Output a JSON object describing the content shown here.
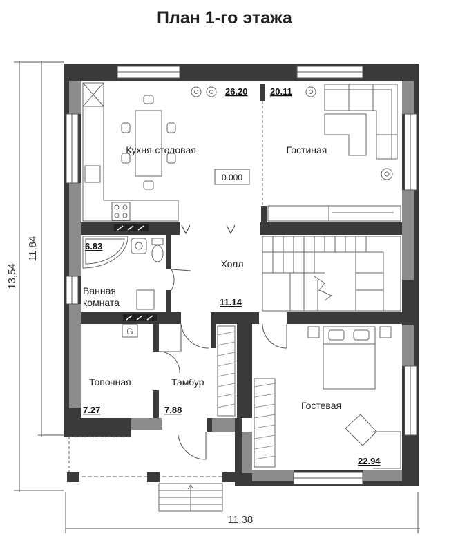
{
  "title": "План 1-го этажа",
  "rooms": {
    "kitchen": {
      "label": "Кухня-столовая",
      "area": "26.20"
    },
    "living": {
      "label": "Гостиная",
      "area": "20.11"
    },
    "hall": {
      "label": "Холл",
      "area": "11.14"
    },
    "bath": {
      "label1": "Ванная",
      "label2": "комната",
      "area": "6.83"
    },
    "boiler": {
      "label": "Топочная",
      "area": "7.27"
    },
    "vestibule": {
      "label": "Тамбур",
      "area": "7.88"
    },
    "guest": {
      "label": "Гостевая",
      "area": "22.94"
    }
  },
  "level_mark": "0.000",
  "gas_label": "G",
  "dimensions": {
    "width": "11,38",
    "height_total": "13,54",
    "height_inner": "11,84"
  },
  "colors": {
    "wall": "#3a3a3a",
    "wall_gray": "#8c8c8c",
    "line": "#555555",
    "window": "#ffffff"
  }
}
